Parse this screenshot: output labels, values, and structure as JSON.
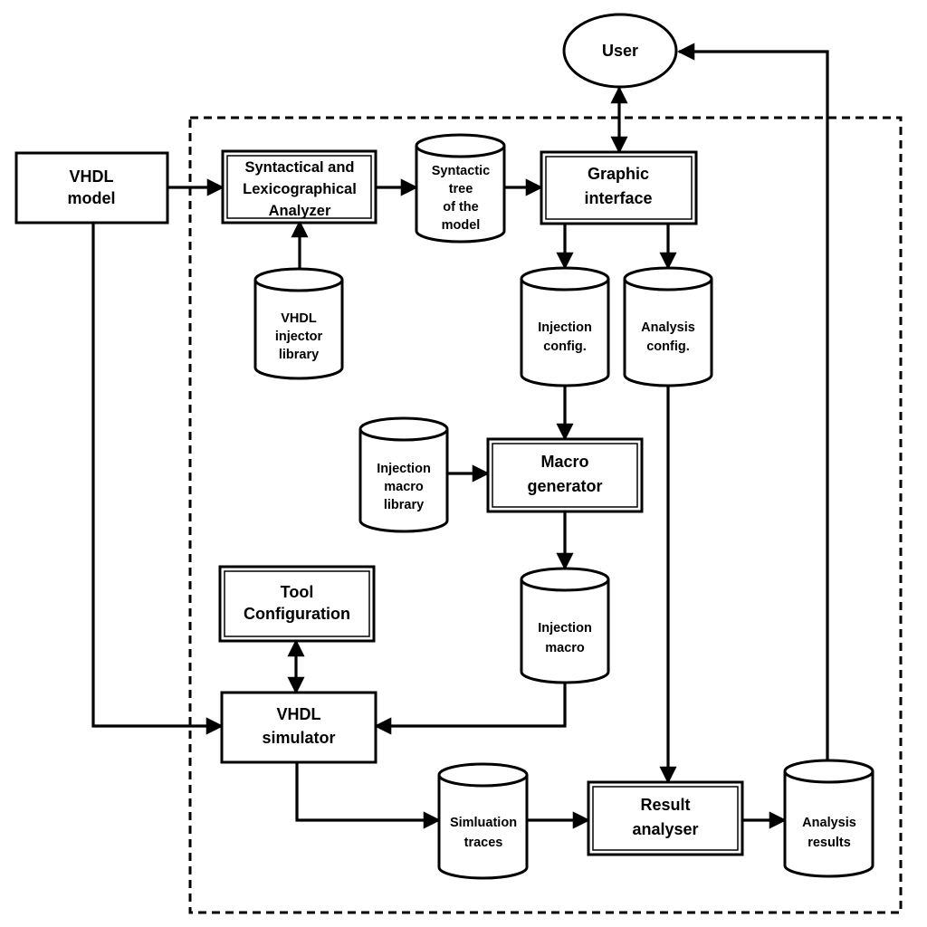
{
  "nodes": {
    "user": {
      "kind": "ellipse",
      "lines": [
        "User"
      ]
    },
    "vhdl_model": {
      "kind": "box",
      "lines": [
        "VHDL",
        "model"
      ]
    },
    "analyzer": {
      "kind": "dbox",
      "lines": [
        "Syntactical and",
        "Lexicographical",
        "Analyzer"
      ]
    },
    "syntactic_tree": {
      "kind": "cyl",
      "lines": [
        "Syntactic",
        "tree",
        "of the",
        "model"
      ]
    },
    "graphic_interface": {
      "kind": "dbox",
      "lines": [
        "Graphic",
        "interface"
      ]
    },
    "injector_library": {
      "kind": "cyl",
      "lines": [
        "VHDL",
        "injector",
        "library"
      ]
    },
    "injection_config": {
      "kind": "cyl",
      "lines": [
        "Injection",
        "config."
      ]
    },
    "analysis_config": {
      "kind": "cyl",
      "lines": [
        "Analysis",
        "config."
      ]
    },
    "macro_library": {
      "kind": "cyl",
      "lines": [
        "Injection",
        "macro",
        "library"
      ]
    },
    "macro_generator": {
      "kind": "dbox",
      "lines": [
        "Macro",
        "generator"
      ]
    },
    "tool_configuration": {
      "kind": "dbox",
      "lines": [
        "Tool",
        "Configuration"
      ]
    },
    "injection_macro": {
      "kind": "cyl",
      "lines": [
        "Injection",
        "macro"
      ]
    },
    "vhdl_simulator": {
      "kind": "box",
      "lines": [
        "VHDL",
        "simulator"
      ]
    },
    "simulation_traces": {
      "kind": "cyl",
      "lines": [
        "Simluation",
        "traces"
      ]
    },
    "result_analyser": {
      "kind": "dbox",
      "lines": [
        "Result",
        "analyser"
      ]
    },
    "analysis_results": {
      "kind": "cyl",
      "lines": [
        "Analysis",
        "results"
      ]
    }
  },
  "edges": [
    {
      "from": "vhdl_model",
      "to": "analyzer"
    },
    {
      "from": "analyzer",
      "to": "syntactic_tree"
    },
    {
      "from": "syntactic_tree",
      "to": "graphic_interface"
    },
    {
      "from": "user",
      "to": "graphic_interface",
      "bidirectional": true
    },
    {
      "from": "injector_library",
      "to": "analyzer"
    },
    {
      "from": "graphic_interface",
      "to": "injection_config"
    },
    {
      "from": "graphic_interface",
      "to": "analysis_config"
    },
    {
      "from": "injection_config",
      "to": "macro_generator"
    },
    {
      "from": "macro_library",
      "to": "macro_generator"
    },
    {
      "from": "macro_generator",
      "to": "injection_macro"
    },
    {
      "from": "tool_configuration",
      "to": "vhdl_simulator",
      "bidirectional": true
    },
    {
      "from": "injection_macro",
      "to": "vhdl_simulator"
    },
    {
      "from": "vhdl_model",
      "to": "vhdl_simulator"
    },
    {
      "from": "vhdl_simulator",
      "to": "simulation_traces"
    },
    {
      "from": "simulation_traces",
      "to": "result_analyser"
    },
    {
      "from": "analysis_config",
      "to": "result_analyser"
    },
    {
      "from": "result_analyser",
      "to": "analysis_results"
    },
    {
      "from": "analysis_results",
      "to": "user"
    }
  ]
}
